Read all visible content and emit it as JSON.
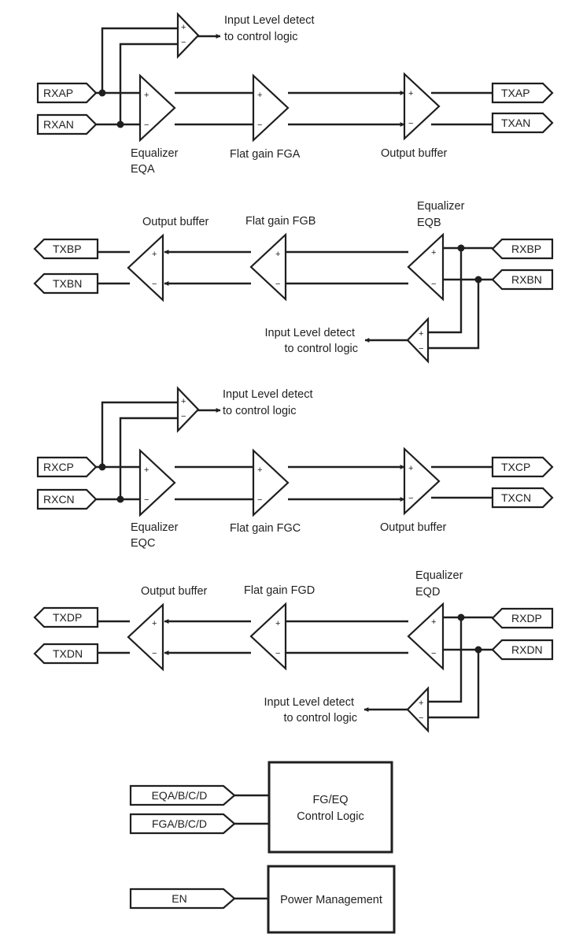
{
  "channels": {
    "a": {
      "in_p": "RXAP",
      "in_n": "RXAN",
      "out_p": "TXAP",
      "out_n": "TXAN",
      "eq_line1": "Equalizer",
      "eq_line2": "EQA",
      "fg": "Flat gain FGA",
      "ob": "Output buffer",
      "det_line1": "Input Level detect",
      "det_line2": "to control logic"
    },
    "b": {
      "in_p": "RXBP",
      "in_n": "RXBN",
      "out_p": "TXBP",
      "out_n": "TXBN",
      "eq_line1": "Equalizer",
      "eq_line2": "EQB",
      "fg": "Flat gain FGB",
      "ob": "Output buffer",
      "det_line1": "Input Level detect",
      "det_line2": "to control logic"
    },
    "c": {
      "in_p": "RXCP",
      "in_n": "RXCN",
      "out_p": "TXCP",
      "out_n": "TXCN",
      "eq_line1": "Equalizer",
      "eq_line2": "EQC",
      "fg": "Flat gain FGC",
      "ob": "Output buffer",
      "det_line1": "Input Level detect",
      "det_line2": "to control logic"
    },
    "d": {
      "in_p": "RXDP",
      "in_n": "RXDN",
      "out_p": "TXDP",
      "out_n": "TXDN",
      "eq_line1": "Equalizer",
      "eq_line2": "EQD",
      "fg": "Flat gain FGD",
      "ob": "Output buffer",
      "det_line1": "Input Level detect",
      "det_line2": "to control logic"
    }
  },
  "control": {
    "eq_input": "EQA/B/C/D",
    "fg_input": "FGA/B/C/D",
    "block_line1": "FG/EQ",
    "block_line2": "Control Logic"
  },
  "power": {
    "en_input": "EN",
    "block": "Power Management"
  },
  "signs": {
    "plus": "+",
    "minus": "−"
  }
}
